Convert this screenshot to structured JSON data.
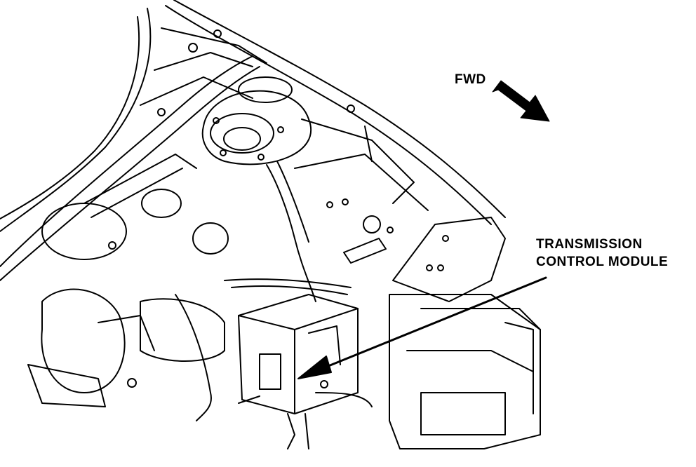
{
  "diagram": {
    "labels": {
      "fwd": "FWD",
      "callout_line1": "TRANSMISSION",
      "callout_line2": "CONTROL MODULE"
    },
    "colors": {
      "ink": "#000000",
      "paper": "#ffffff"
    }
  }
}
